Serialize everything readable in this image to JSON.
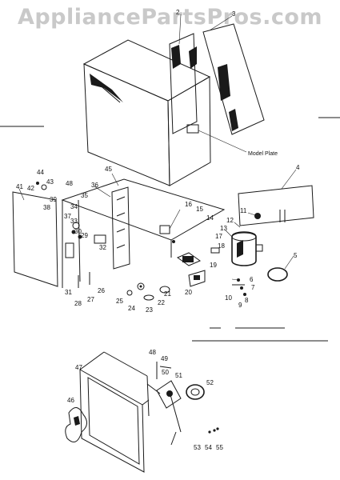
{
  "watermark": "AppliancePartsPros.com",
  "callouts": {
    "model_plate": "Model Plate",
    "parts": [
      "2",
      "3",
      "4",
      "5",
      "6",
      "7",
      "8",
      "9",
      "10",
      "11",
      "12",
      "13",
      "14",
      "15",
      "16",
      "17",
      "18",
      "19",
      "20",
      "21",
      "22",
      "23",
      "24",
      "25",
      "26",
      "27",
      "28",
      "29",
      "30",
      "31",
      "32",
      "33",
      "34",
      "35",
      "36",
      "37",
      "38",
      "39",
      "41",
      "42",
      "43",
      "44",
      "45",
      "46",
      "47",
      "48",
      "49",
      "50",
      "51",
      "52",
      "53",
      "54",
      "55"
    ]
  }
}
